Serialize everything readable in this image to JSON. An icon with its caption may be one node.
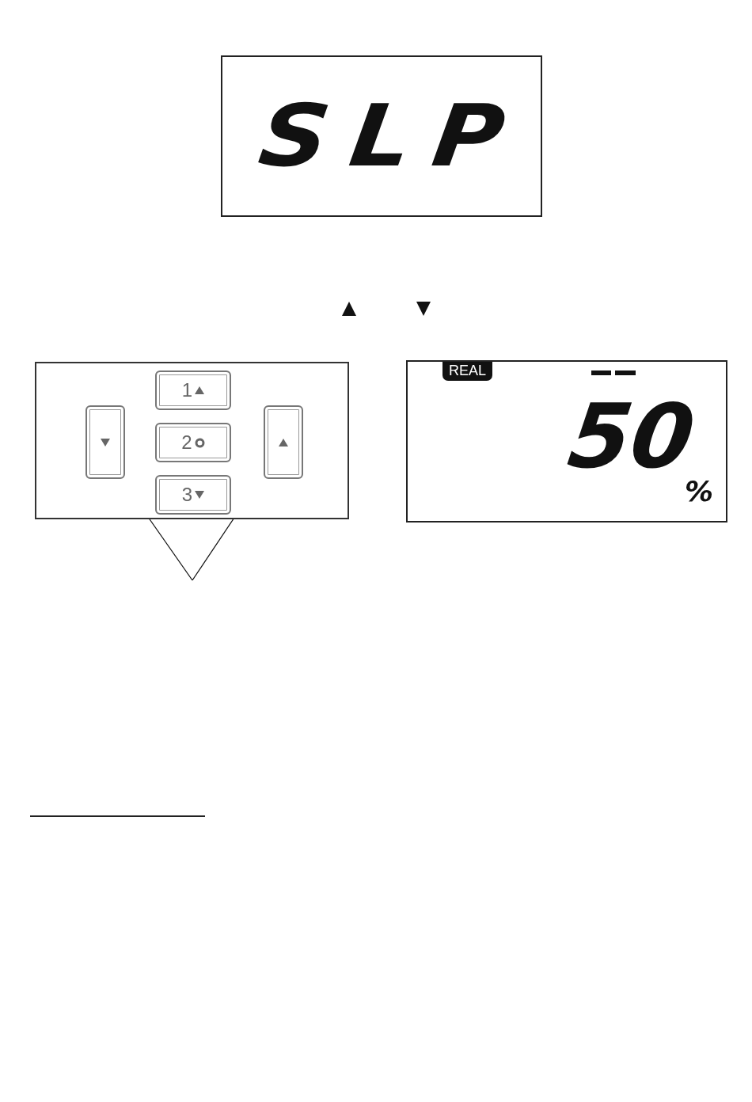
{
  "diagram": {
    "nodes": [
      {
        "text": [
          "SLP"
        ]
      },
      {
        "text": [],
        "shape": "box"
      },
      {
        "text": [],
        "shape": "box",
        "in": 1
      },
      {
        "text": [
          "1"
        ],
        "in": 1
      },
      {
        "text": [
          "2"
        ],
        "in": 1
      },
      {
        "text": [
          "3"
        ],
        "in": 1
      },
      {
        "text": [],
        "shape": "box",
        "in": 1
      },
      {
        "text": [
          "REAL",
          "50",
          "%"
        ]
      }
    ],
    "edges": [
      {
        "from": null,
        "to": 2,
        "arrow": "none"
      },
      {
        "from": null,
        "to": 6,
        "arrow": "none"
      }
    ]
  }
}
